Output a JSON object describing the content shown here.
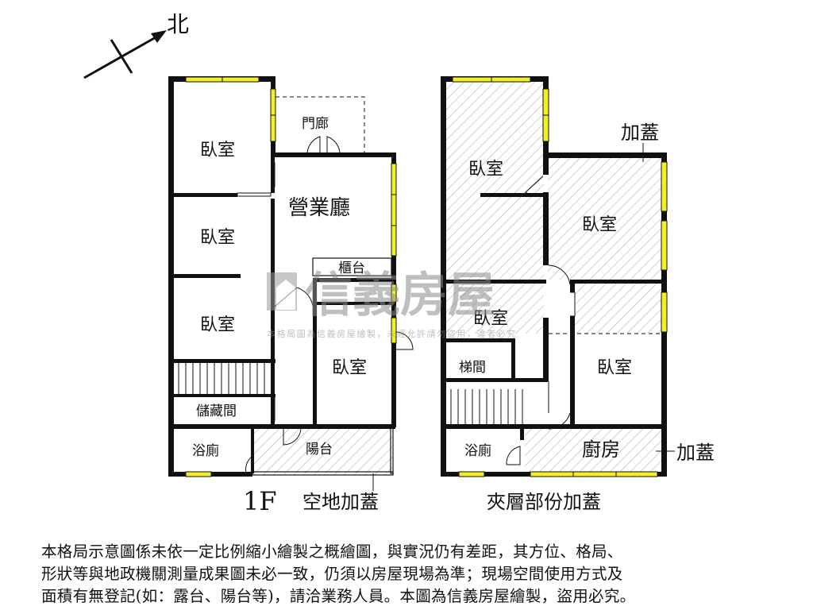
{
  "compass": {
    "label": "北"
  },
  "plan_1f": {
    "rooms": {
      "bedroom_a": "臥室",
      "bedroom_b": "臥室",
      "bedroom_c": "臥室",
      "bedroom_d": "臥室",
      "porch": "門廊",
      "business_hall": "營業廳",
      "counter": "櫃台",
      "storage": "儲藏間",
      "bathroom": "浴廁",
      "balcony": "陽台"
    },
    "floor_label": "1F",
    "note": "空地加蓋"
  },
  "plan_mezz": {
    "rooms": {
      "bedroom_a": "臥室",
      "bedroom_b": "臥室",
      "bedroom_c": "臥室",
      "bedroom_d": "臥室",
      "stairs": "梯間",
      "bathroom": "浴廁",
      "kitchen": "廚房"
    },
    "addition_top": "加蓋",
    "addition_bottom": "加蓋",
    "caption": "夾層部份加蓋"
  },
  "watermark": {
    "brand": "信義房屋",
    "fine": "本格局圖為信義房屋繪製，未經允許請勿盜用，違者必究"
  },
  "disclaimer": [
    "本格局示意圖係未依一定比例縮小繪製之概繪圖，與實況仍有差距，其方位、格局、",
    "形狀等與地政機關測量成果圖未必一致，仍須以房屋現場為準；現場空間使用方式及",
    "面積有無登記(如：露台、陽台等)，請洽業務人員。本圖為信義房屋繪製，盜用必究。"
  ]
}
